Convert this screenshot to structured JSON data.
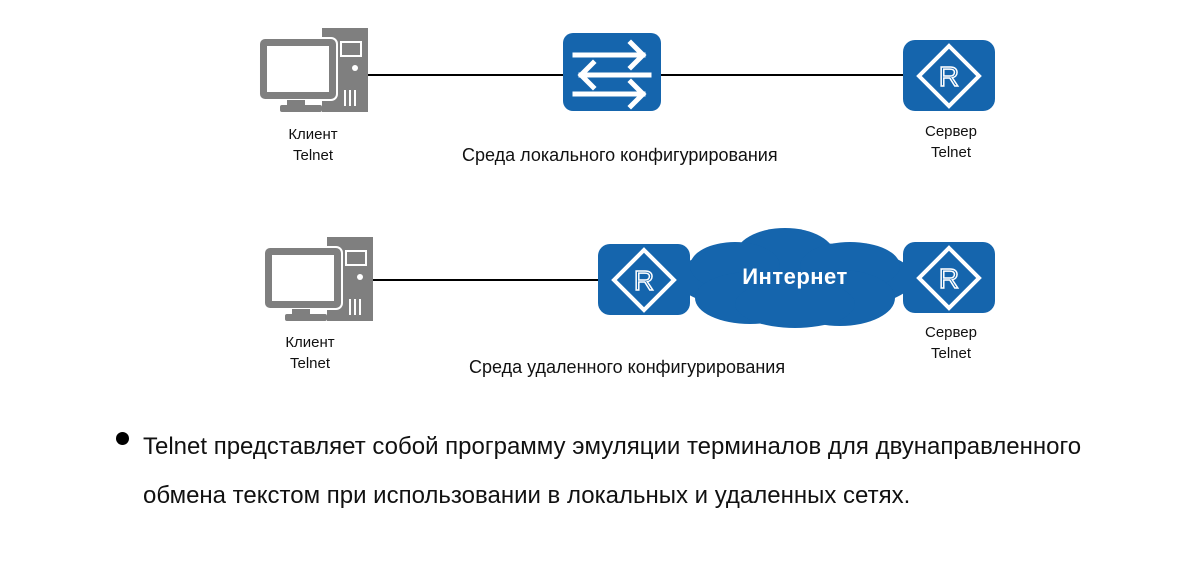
{
  "diagram": {
    "local": {
      "client_label": [
        "Клиент",
        "Telnet"
      ],
      "switch_icon": "switch-arrows-icon",
      "server_label": [
        "Сервер",
        "Telnet"
      ],
      "server_icon": "router-icon",
      "caption": "Среда локального конфигурирования"
    },
    "remote": {
      "client_label": [
        "Клиент",
        "Telnet"
      ],
      "gateway_icon": "router-icon",
      "cloud_label": "Интернет",
      "server_label": [
        "Сервер",
        "Telnet"
      ],
      "server_icon": "router-icon",
      "caption": "Среда удаленного конфигурирования"
    },
    "router_letter": "R",
    "colors": {
      "device_blue": "#1565ad",
      "pc_gray": "#7f7f7f",
      "link": "#000000"
    }
  },
  "bullet": {
    "text": "Telnet представляет собой программу эмуляции терминалов для двунаправленного обмена текстом при использовании в локальных и удаленных сетях."
  }
}
